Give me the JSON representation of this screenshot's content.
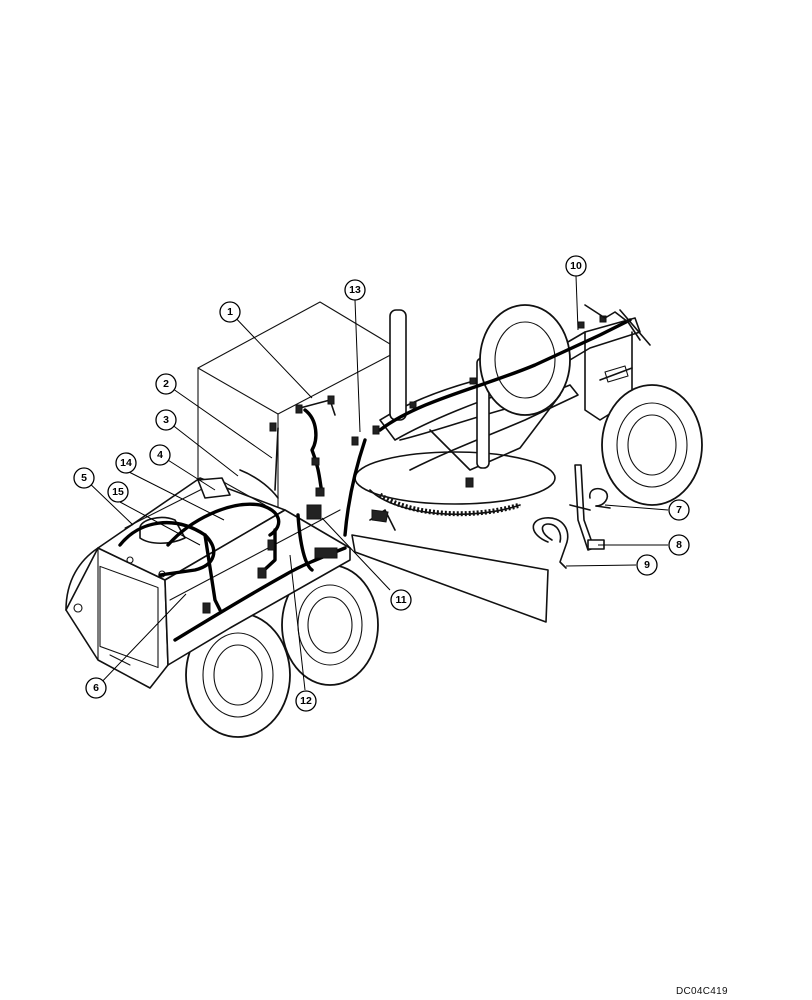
{
  "figure": {
    "reference_code": "DC04C419"
  },
  "callouts": [
    {
      "id": "callout-1",
      "label": "1"
    },
    {
      "id": "callout-2",
      "label": "2"
    },
    {
      "id": "callout-3",
      "label": "3"
    },
    {
      "id": "callout-4",
      "label": "4"
    },
    {
      "id": "callout-5",
      "label": "5"
    },
    {
      "id": "callout-6",
      "label": "6"
    },
    {
      "id": "callout-7",
      "label": "7"
    },
    {
      "id": "callout-8",
      "label": "8"
    },
    {
      "id": "callout-9",
      "label": "9"
    },
    {
      "id": "callout-10",
      "label": "10"
    },
    {
      "id": "callout-11",
      "label": "11"
    },
    {
      "id": "callout-12",
      "label": "12"
    },
    {
      "id": "callout-13",
      "label": "13"
    },
    {
      "id": "callout-14",
      "label": "14"
    },
    {
      "id": "callout-15",
      "label": "15"
    }
  ],
  "colors": {
    "line": "#111111",
    "background": "#ffffff"
  }
}
